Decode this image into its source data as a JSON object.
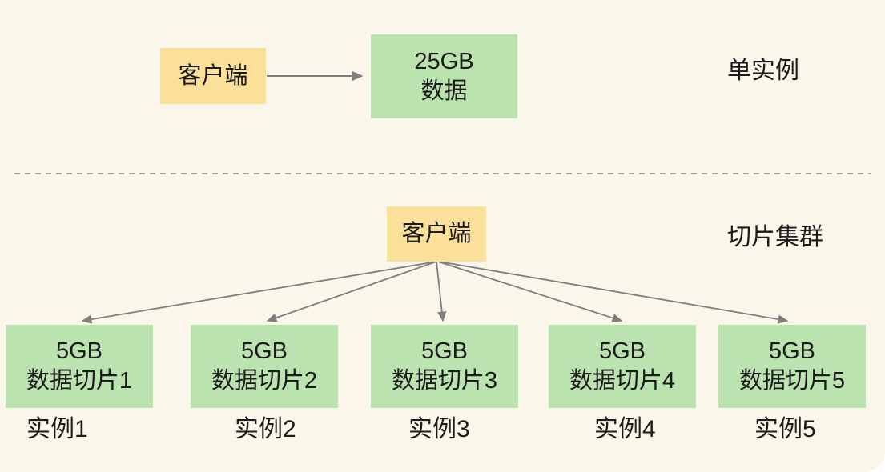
{
  "colors": {
    "background": "#FAF7EA",
    "client_box": "#FAE099",
    "data_box": "#BBE3B0",
    "arrow": "#7E7E7E",
    "divider": "#8C8C8C",
    "text": "#1B1B1B"
  },
  "single_instance": {
    "section_label": "单实例",
    "client_label": "客户端",
    "data_box": {
      "line1": "25GB",
      "line2": "数据"
    }
  },
  "sharded_cluster": {
    "section_label": "切片集群",
    "client_label": "客户端",
    "shards": [
      {
        "line1": "5GB",
        "line2": "数据切片1",
        "instance": "实例1"
      },
      {
        "line1": "5GB",
        "line2": "数据切片2",
        "instance": "实例2"
      },
      {
        "line1": "5GB",
        "line2": "数据切片3",
        "instance": "实例3"
      },
      {
        "line1": "5GB",
        "line2": "数据切片4",
        "instance": "实例4"
      },
      {
        "line1": "5GB",
        "line2": "数据切片5",
        "instance": "实例5"
      }
    ]
  }
}
